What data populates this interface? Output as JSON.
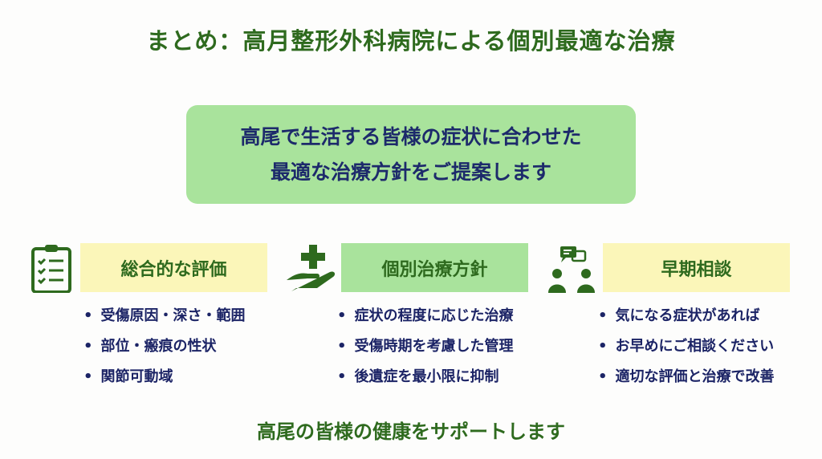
{
  "title": "まとめ：高月整形外科病院による個別最適な治療",
  "center": {
    "line1": "高尾で生活する皆様の症状に合わせた",
    "line2": "最適な治療方針をご提案します"
  },
  "columns": [
    {
      "icon": "clipboard-checklist-icon",
      "heading": "総合的な評価",
      "items": [
        "受傷原因・深さ・範囲",
        "部位・瘢痕の性状",
        "関節可動域"
      ]
    },
    {
      "icon": "hand-medical-cross-icon",
      "heading": "個別治療方針",
      "items": [
        "症状の程度に応じた治療",
        "受傷時期を考慮した管理",
        "後遺症を最小限に抑制"
      ]
    },
    {
      "icon": "consultation-people-icon",
      "heading": "早期相談",
      "items": [
        "気になる症状があれば",
        "お早めにご相談ください",
        "適切な評価と治療で改善"
      ]
    }
  ],
  "footer": "高尾の皆様の健康をサポートします",
  "colors": {
    "green_text": "#2e6a1e",
    "navy_text": "#1c2466",
    "yellow_box": "#fbf6b9",
    "green_box": "#a9e39c"
  }
}
